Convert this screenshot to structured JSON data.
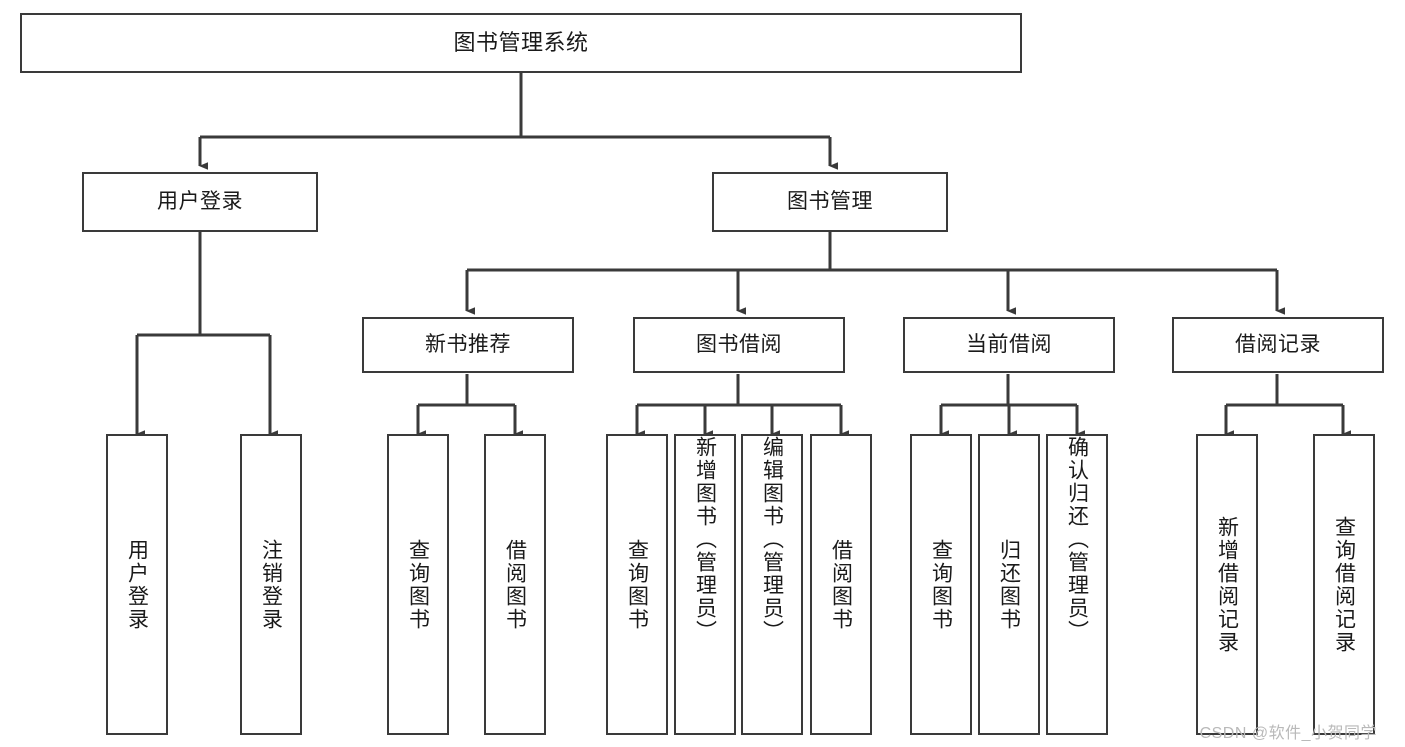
{
  "diagram": {
    "title": "图书管理系统",
    "type": "tree-hierarchy-chart",
    "colors": {
      "box_border": "#3a3a3a",
      "box_fill": "#ffffff",
      "connector": "#3a3a3a",
      "text": "#1a1a1a",
      "watermark": "#b9b9b9",
      "background": "#ffffff"
    },
    "root": {
      "label": "图书管理系统"
    },
    "level2": [
      {
        "label": "用户登录"
      },
      {
        "label": "图书管理"
      }
    ],
    "level3": [
      {
        "label": "新书推荐"
      },
      {
        "label": "图书借阅"
      },
      {
        "label": "当前借阅"
      },
      {
        "label": "借阅记录"
      }
    ],
    "leaves": {
      "user_login": [
        {
          "label": "用户登录"
        },
        {
          "label": "注销登录"
        }
      ],
      "new_book_recommend": [
        {
          "label": "查询图书"
        },
        {
          "label": "借阅图书"
        }
      ],
      "book_borrow": [
        {
          "label": "查询图书"
        },
        {
          "label": "新增图书（管理员）"
        },
        {
          "label": "编辑图书（管理员）"
        },
        {
          "label": "借阅图书"
        }
      ],
      "current_borrow": [
        {
          "label": "查询图书"
        },
        {
          "label": "归还图书"
        },
        {
          "label": "确认归还（管理员）"
        }
      ],
      "borrow_record": [
        {
          "label": "新增借阅记录"
        },
        {
          "label": "查询借阅记录"
        }
      ]
    },
    "watermark": "CSDN @软件_小贺同学"
  }
}
